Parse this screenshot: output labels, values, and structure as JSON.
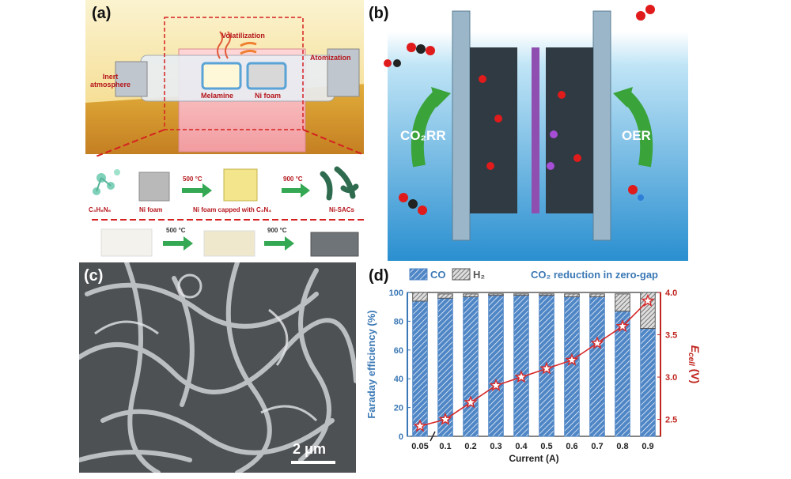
{
  "panel_a": {
    "label": "(a)",
    "furnace": {
      "volatilization": "Volatilization",
      "inert_line1": "Inert",
      "inert_line2": "atmosphere",
      "atomization": "Atomization",
      "melamine": "Melamine",
      "ni_foam": "Ni foam"
    },
    "process": {
      "c3h6n6": "C₃H₆N₆",
      "ni_foam": "Ni foam",
      "step1_temp": "500 °C",
      "capped": "Ni foam capped with C₃N₄",
      "step2_temp": "900 °C",
      "ni_sacs": "Ni-SACs"
    },
    "photos": {
      "step1_temp": "500 °C",
      "step2_temp": "900 °C"
    }
  },
  "panel_b": {
    "label": "(b)",
    "left_reaction": "CO₂RR",
    "right_reaction": "OER"
  },
  "panel_c": {
    "label": "(c)",
    "scale_bar": "2 μm"
  },
  "panel_d": {
    "label": "(d)",
    "legend_co": "CO",
    "legend_h2": "H₂",
    "chart_title": "CO₂ reduction in zero-gap",
    "xlabel": "Current (A)",
    "ylabel_left": "Faraday efficiency (%)",
    "ylabel_right": "E",
    "ylabel_right_sub": "cell",
    "ylabel_right_unit": " (V)"
  },
  "chart_data": {
    "type": "bar",
    "categories": [
      "0.05",
      "0.1",
      "0.2",
      "0.3",
      "0.4",
      "0.5",
      "0.6",
      "0.7",
      "0.8",
      "0.9"
    ],
    "series": [
      {
        "name": "CO",
        "values": [
          94,
          96,
          97,
          98,
          98,
          98,
          97,
          97,
          87,
          75
        ]
      },
      {
        "name": "H₂",
        "values": [
          6,
          3,
          2,
          1,
          1,
          1,
          2,
          2,
          12,
          25
        ]
      }
    ],
    "line_series": {
      "name": "E_cell (V)",
      "values": [
        2.42,
        2.5,
        2.7,
        2.9,
        3.0,
        3.1,
        3.2,
        3.4,
        3.6,
        3.9
      ]
    },
    "ylim_left": [
      0,
      100
    ],
    "yticks_left": [
      0,
      20,
      40,
      60,
      80,
      100
    ],
    "ylim_right": [
      2.3,
      4.0
    ],
    "yticks_right": [
      "2.5",
      "3.0",
      "3.5",
      "4.0"
    ],
    "colors": {
      "co": "#4f86c6",
      "h2": "#777777",
      "line": "#d62828",
      "left_axis": "#3b78b5",
      "right_axis": "#c0241e"
    }
  }
}
